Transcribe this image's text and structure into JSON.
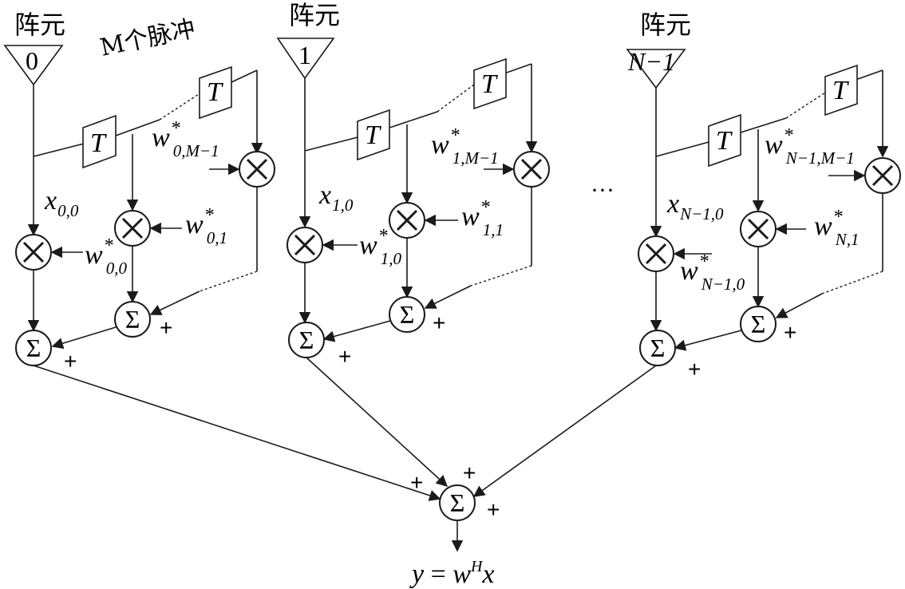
{
  "elements": [
    {
      "title": "阵元",
      "index": "0"
    },
    {
      "title": "阵元",
      "index": "1"
    },
    {
      "title": "阵元",
      "index": "N−1"
    }
  ],
  "pulse_label": "M个脉冲",
  "delay_label": "T",
  "ellipsis": "···",
  "sum_symbol": "Σ",
  "plus_sign": "+",
  "inputs": [
    {
      "base": "x",
      "sub": "0,0"
    },
    {
      "base": "x",
      "sub": "1,0"
    },
    {
      "base": "x",
      "sub": "N−1,0"
    }
  ],
  "weights": {
    "w00": {
      "base": "w",
      "sup": "*",
      "sub": "0,0"
    },
    "w01": {
      "base": "w",
      "sup": "*",
      "sub": "0,1"
    },
    "w0M": {
      "base": "w",
      "sup": "*",
      "sub": "0,M−1"
    },
    "w10": {
      "base": "w",
      "sup": "*",
      "sub": "1,0"
    },
    "w11": {
      "base": "w",
      "sup": "*",
      "sub": "1,1"
    },
    "w1M": {
      "base": "w",
      "sup": "*",
      "sub": "1,M−1"
    },
    "wN0": {
      "base": "w",
      "sup": "*",
      "sub": "N−1,0"
    },
    "wN1": {
      "base": "w",
      "sup": "*",
      "sub": "N,1"
    },
    "wNM": {
      "base": "w",
      "sup": "*",
      "sub": "N−1,M−1"
    }
  },
  "output": {
    "lhs": "y",
    "eq": " = ",
    "w": "w",
    "sup": "H",
    "x": "x"
  }
}
